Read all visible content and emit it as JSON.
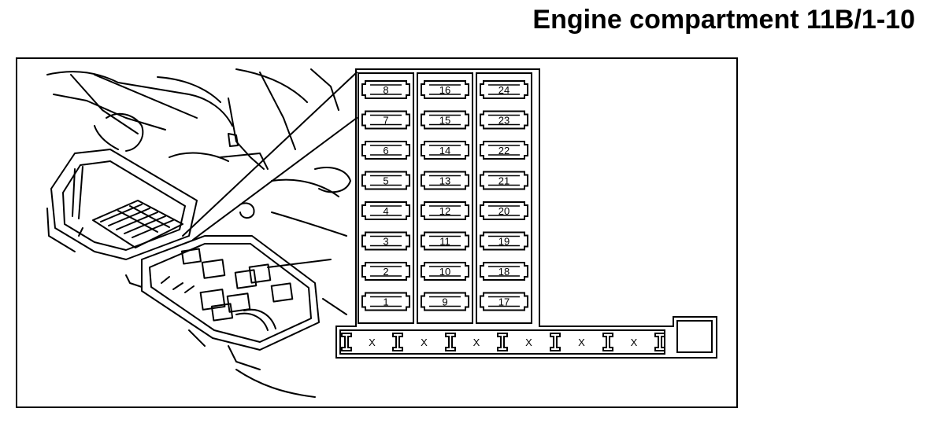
{
  "title": "Engine compartment 11B/1-10",
  "fuses": {
    "col1": [
      "8",
      "7",
      "6",
      "5",
      "4",
      "3",
      "2",
      "1"
    ],
    "col2": [
      "16",
      "15",
      "14",
      "13",
      "12",
      "11",
      "10",
      "9"
    ],
    "col3": [
      "24",
      "23",
      "22",
      "21",
      "20",
      "19",
      "18",
      "17"
    ]
  },
  "x_labels": [
    "X",
    "X",
    "X",
    "X",
    "X",
    "X"
  ]
}
